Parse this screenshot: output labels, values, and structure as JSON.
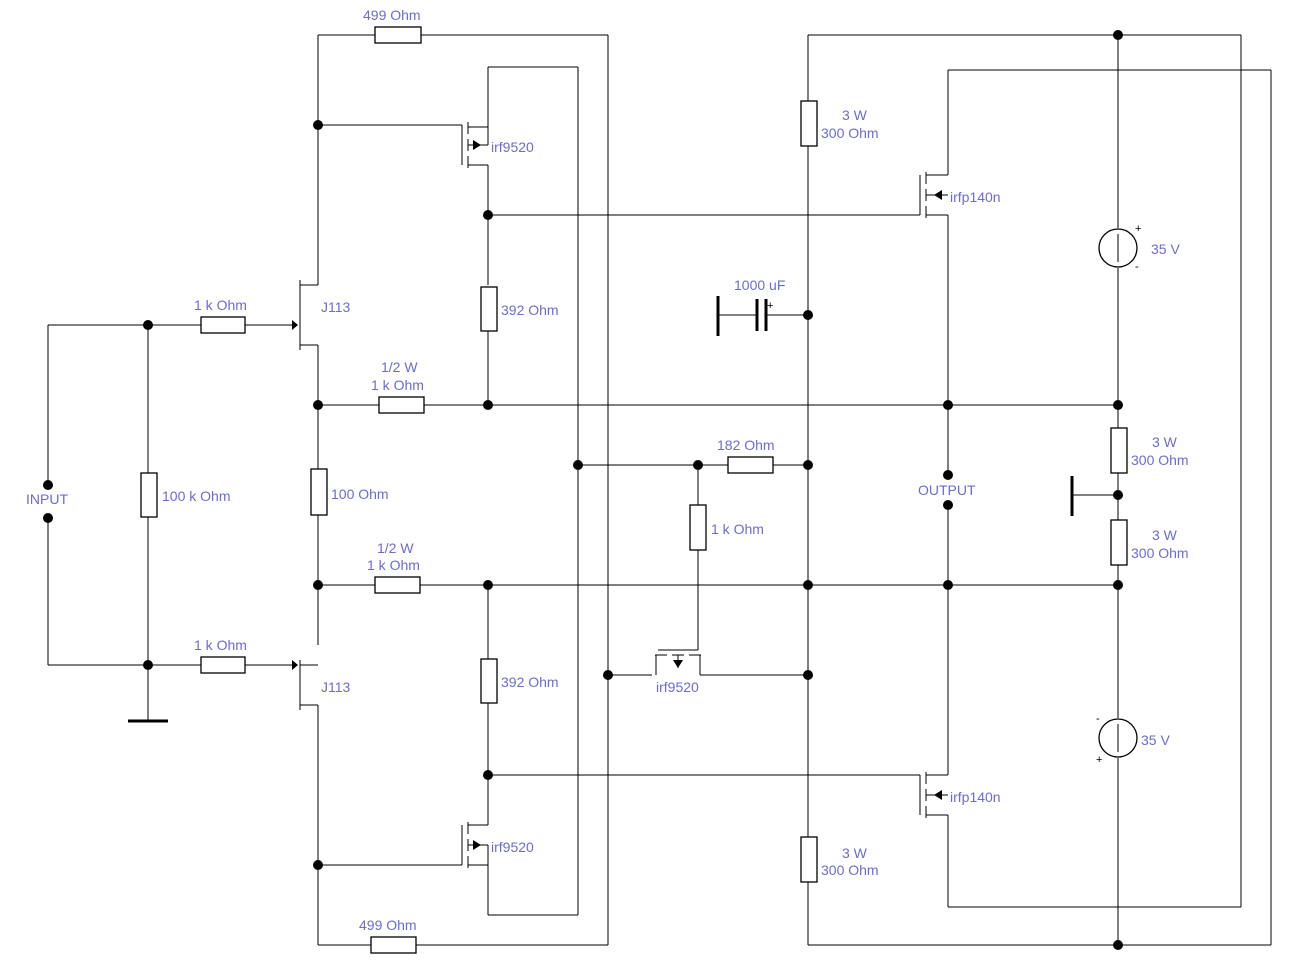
{
  "colors": {
    "wire": "#000000",
    "label": "#6b6bd6",
    "background": "#ffffff"
  },
  "labels": {
    "r_top_499": "499  Ohm",
    "r_bot_499": "499  Ohm",
    "q_top_irf9520": "irf9520",
    "q_bot_irf9520": "irf9520",
    "q_mid_irf9520": "irf9520",
    "q_top_irfp140n": "irfp140n",
    "q_bot_irfp140n": "irfp140n",
    "j_top": "J113",
    "j_bot": "J113",
    "r_in_top": "1 k Ohm",
    "r_in_bot": "1 k Ohm",
    "r_100k": "100 k Ohm",
    "input": "INPUT",
    "r_100": "100  Ohm",
    "r_392_top": "392  Ohm",
    "r_392_bot": "392  Ohm",
    "r_half_top_w": "1/2 W",
    "r_half_top_v": "1 k Ohm",
    "r_half_bot_w": "1/2 W",
    "r_half_bot_v": "1 k Ohm",
    "r_182": "182  Ohm",
    "r_1k_mid": "1 k Ohm",
    "cap": "1000 uF",
    "r_3w_top_w": "3 W",
    "r_3w_top_v": "300  Ohm",
    "r_3w_bot_w": "3 W",
    "r_3w_bot_v": "300  Ohm",
    "r_3w_r1_w": "3 W",
    "r_3w_r1_v": "300  Ohm",
    "r_3w_r2_w": "3 W",
    "r_3w_r2_v": "300  Ohm",
    "v_top": "35 V",
    "v_bot": "35 V",
    "output": "OUTPUT"
  }
}
